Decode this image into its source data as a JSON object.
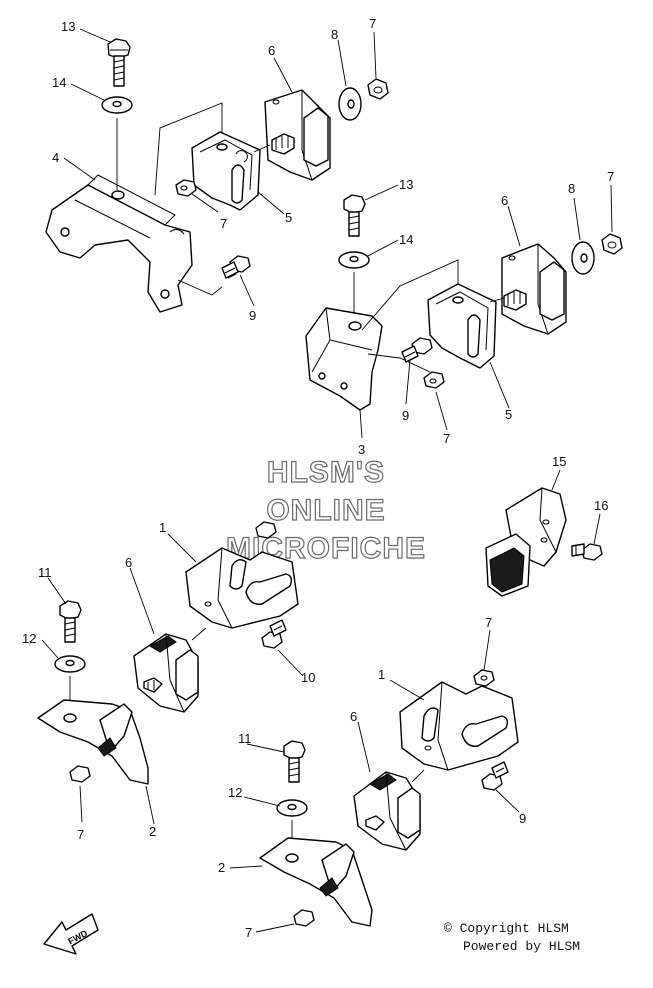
{
  "callouts": {
    "c13a": "13",
    "c14a": "14",
    "c4": "4",
    "c6a": "6",
    "c8a": "8",
    "c7a": "7",
    "c7b": "7",
    "c5a": "5",
    "c9a": "9",
    "c13b": "13",
    "c14b": "14",
    "c6b": "6",
    "c8b": "8",
    "c7c": "7",
    "c3": "3",
    "c9b": "9",
    "c7d": "7",
    "c5b": "5",
    "c15": "15",
    "c16": "16",
    "c1a": "1",
    "c6c": "6",
    "c11a": "11",
    "c12a": "12",
    "c10": "10",
    "c7e": "7",
    "c2a": "2",
    "c7f": "7",
    "c1b": "1",
    "c6d": "6",
    "c11b": "11",
    "c12b": "12",
    "c9c": "9",
    "c2b": "2",
    "c7g": "7"
  },
  "watermark": {
    "line1": "HLSM'S",
    "line2": "ONLINE",
    "line3": "MICROFICHE"
  },
  "footer": {
    "copyright": "© Copyright HLSM",
    "powered": "Powered by HLSM"
  },
  "fwd_badge": "FWD"
}
